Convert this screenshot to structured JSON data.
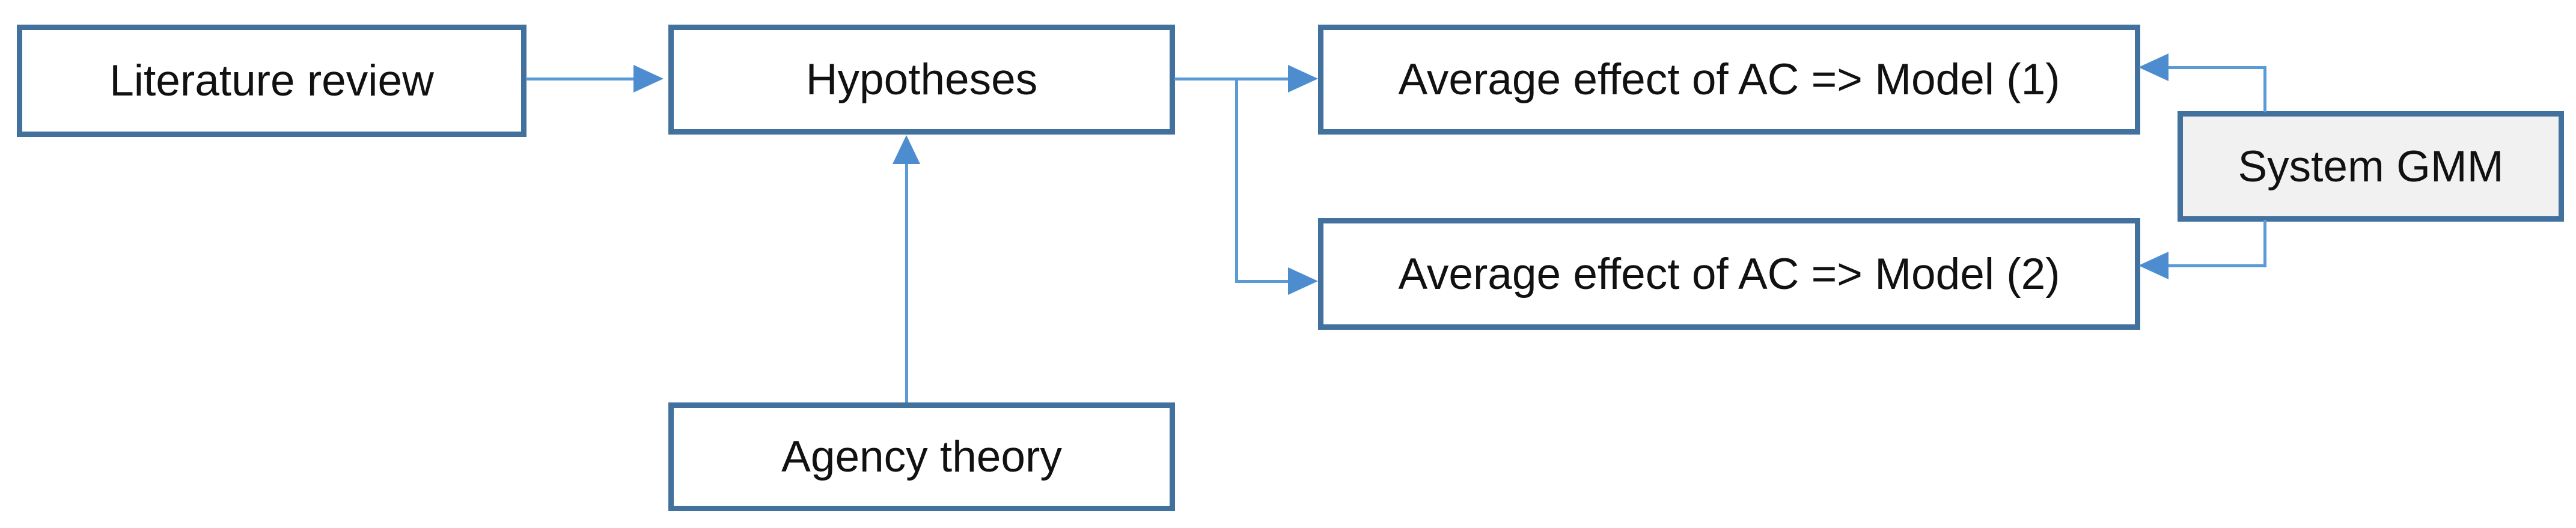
{
  "diagram": {
    "title": "Research design flow diagram",
    "colors": {
      "box_border": "#41719C",
      "connector": "#5B9BD5",
      "arrowhead": "#4D8DCF",
      "box_fill": "#FFFFFF",
      "gmm_fill": "#F1F1F1",
      "text": "#111111",
      "bg": "#FFFFFF"
    },
    "nodes": {
      "literature_review": {
        "label": "Literature review"
      },
      "hypotheses": {
        "label": "Hypotheses"
      },
      "model1": {
        "label": "Average effect of AC => Model (1)"
      },
      "model2": {
        "label": "Average effect of AC => Model (2)"
      },
      "system_gmm": {
        "label": "System GMM"
      },
      "agency_theory": {
        "label": "Agency theory"
      }
    },
    "edges": [
      {
        "from": "literature_review",
        "to": "hypotheses",
        "direction": "right"
      },
      {
        "from": "hypotheses",
        "to": "model1",
        "direction": "right"
      },
      {
        "from": "hypotheses",
        "to": "model2",
        "direction": "right-down"
      },
      {
        "from": "agency_theory",
        "to": "hypotheses",
        "direction": "up"
      },
      {
        "from": "system_gmm",
        "to": "model1",
        "direction": "left-up"
      },
      {
        "from": "system_gmm",
        "to": "model2",
        "direction": "left-down"
      }
    ]
  }
}
